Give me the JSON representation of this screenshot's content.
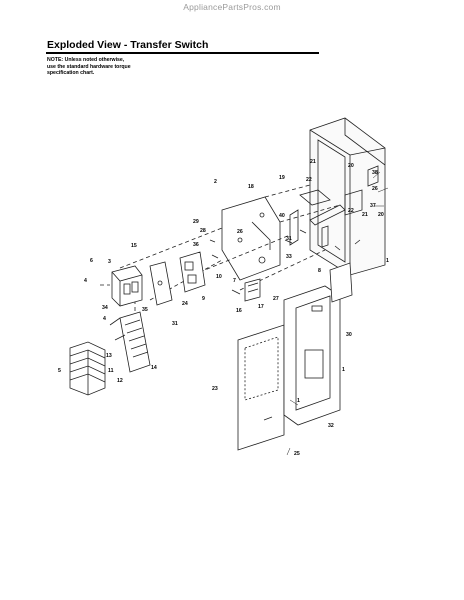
{
  "site": {
    "watermark": "AppliancePartsPros.com"
  },
  "header": {
    "title": "Exploded View - Transfer Switch"
  },
  "note": {
    "text": "NOTE: Unless noted otherwise,\nuse the standard hardware torque\nspecification chart."
  },
  "callouts": [
    "1",
    "2",
    "3",
    "4",
    "5",
    "6",
    "7",
    "8",
    "9",
    "10",
    "11",
    "12",
    "13",
    "14",
    "15",
    "16",
    "17",
    "18",
    "19",
    "20",
    "21",
    "22",
    "23",
    "24",
    "25",
    "26",
    "27",
    "28",
    "29",
    "30",
    "31",
    "32",
    "33",
    "34",
    "35",
    "36",
    "37",
    "38",
    "39",
    "40"
  ],
  "colors": {
    "line": "#222222",
    "accent": "#000000"
  }
}
